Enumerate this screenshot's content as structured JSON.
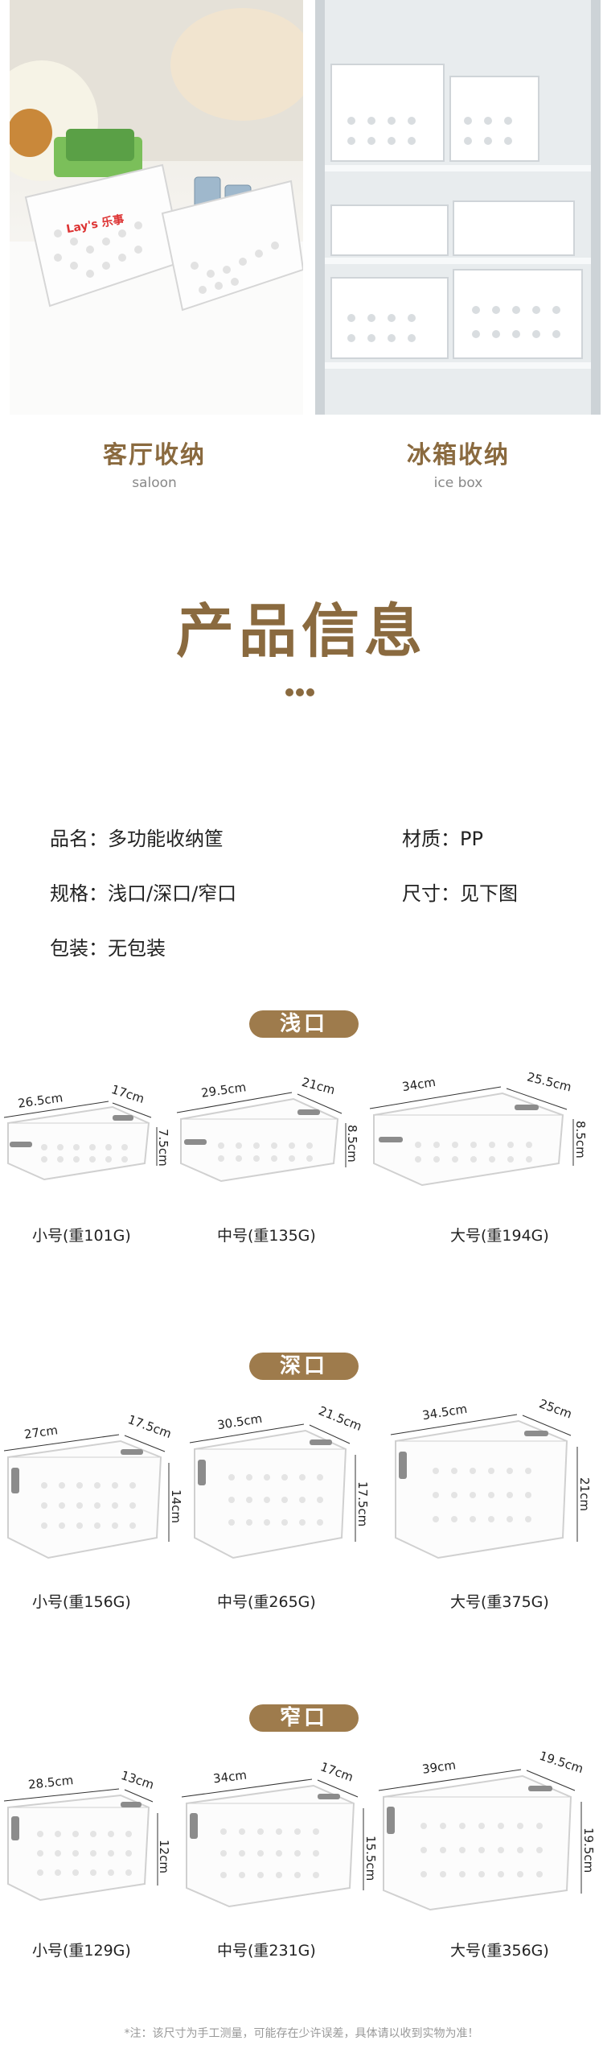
{
  "scenes": [
    {
      "title": "客厅收纳",
      "subtitle": "saloon",
      "snack_brand": "Lay's 乐事"
    },
    {
      "title": "冰箱收纳",
      "subtitle": "ice box"
    }
  ],
  "section_title": "产品信息",
  "specs": {
    "name": "品名：多功能收纳筐",
    "material": "材质：PP",
    "spec": "规格：浅口/深口/窄口",
    "size": "尺寸：见下图",
    "packing": "包装：无包装"
  },
  "groups": [
    {
      "label": "浅口",
      "items": [
        {
          "length": "26.5cm",
          "width": "17cm",
          "height": "7.5cm",
          "caption": "小号(重101G)"
        },
        {
          "length": "29.5cm",
          "width": "21cm",
          "height": "8.5cm",
          "caption": "中号(重135G)"
        },
        {
          "length": "34cm",
          "width": "25.5cm",
          "height": "8.5cm",
          "caption": "大号(重194G)"
        }
      ]
    },
    {
      "label": "深口",
      "items": [
        {
          "length": "27cm",
          "width": "17.5cm",
          "height": "14cm",
          "caption": "小号(重156G)"
        },
        {
          "length": "30.5cm",
          "width": "21.5cm",
          "height": "17.5cm",
          "caption": "中号(重265G)"
        },
        {
          "length": "34.5cm",
          "width": "25cm",
          "height": "21cm",
          "caption": "大号(重375G)"
        }
      ]
    },
    {
      "label": "窄口",
      "items": [
        {
          "length": "28.5cm",
          "width": "13cm",
          "height": "12cm",
          "caption": "小号(重129G)"
        },
        {
          "length": "34cm",
          "width": "17cm",
          "height": "15.5cm",
          "caption": "中号(重231G)"
        },
        {
          "length": "39cm",
          "width": "19.5cm",
          "height": "19.5cm",
          "caption": "大号(重356G)"
        }
      ]
    }
  ],
  "footnote": "*注：该尺寸为手工测量，可能存在少许误差，具体请以收到实物为准！",
  "colors": {
    "accent": "#8a6a3f",
    "pill": "#9e7b4c",
    "basket": "#ffffff",
    "handle": "#8c8c8c"
  }
}
